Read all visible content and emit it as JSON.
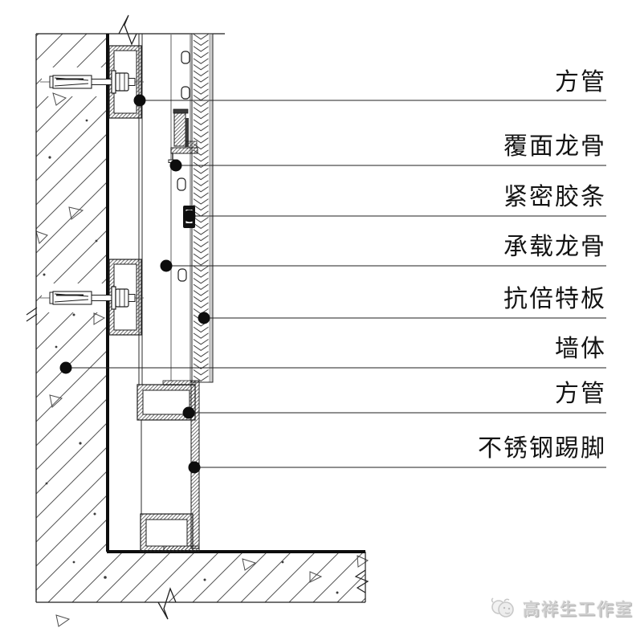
{
  "drawing": {
    "type": "architectural-detail-section",
    "labels": [
      {
        "id": "square-tube-top",
        "text": "方管"
      },
      {
        "id": "facing-keel",
        "text": "覆面龙骨"
      },
      {
        "id": "tight-gasket-strip",
        "text": "紧密胶条"
      },
      {
        "id": "load-bearing-keel",
        "text": "承载龙骨"
      },
      {
        "id": "compact-laminate",
        "text": "抗倍特板"
      },
      {
        "id": "wall-body",
        "text": "墙体"
      },
      {
        "id": "square-tube-bottom",
        "text": "方管"
      },
      {
        "id": "stainless-skirting",
        "text": "不锈钢踢脚"
      }
    ],
    "watermark": {
      "text": "高祥生工作室",
      "logo": "studio-sheep-logo-icon"
    },
    "colors": {
      "line": "#1f1f1f",
      "gray_line": "#7a7a7a",
      "hatch": "#555555",
      "watermark": "#cdcdcd",
      "background": "#ffffff"
    }
  }
}
